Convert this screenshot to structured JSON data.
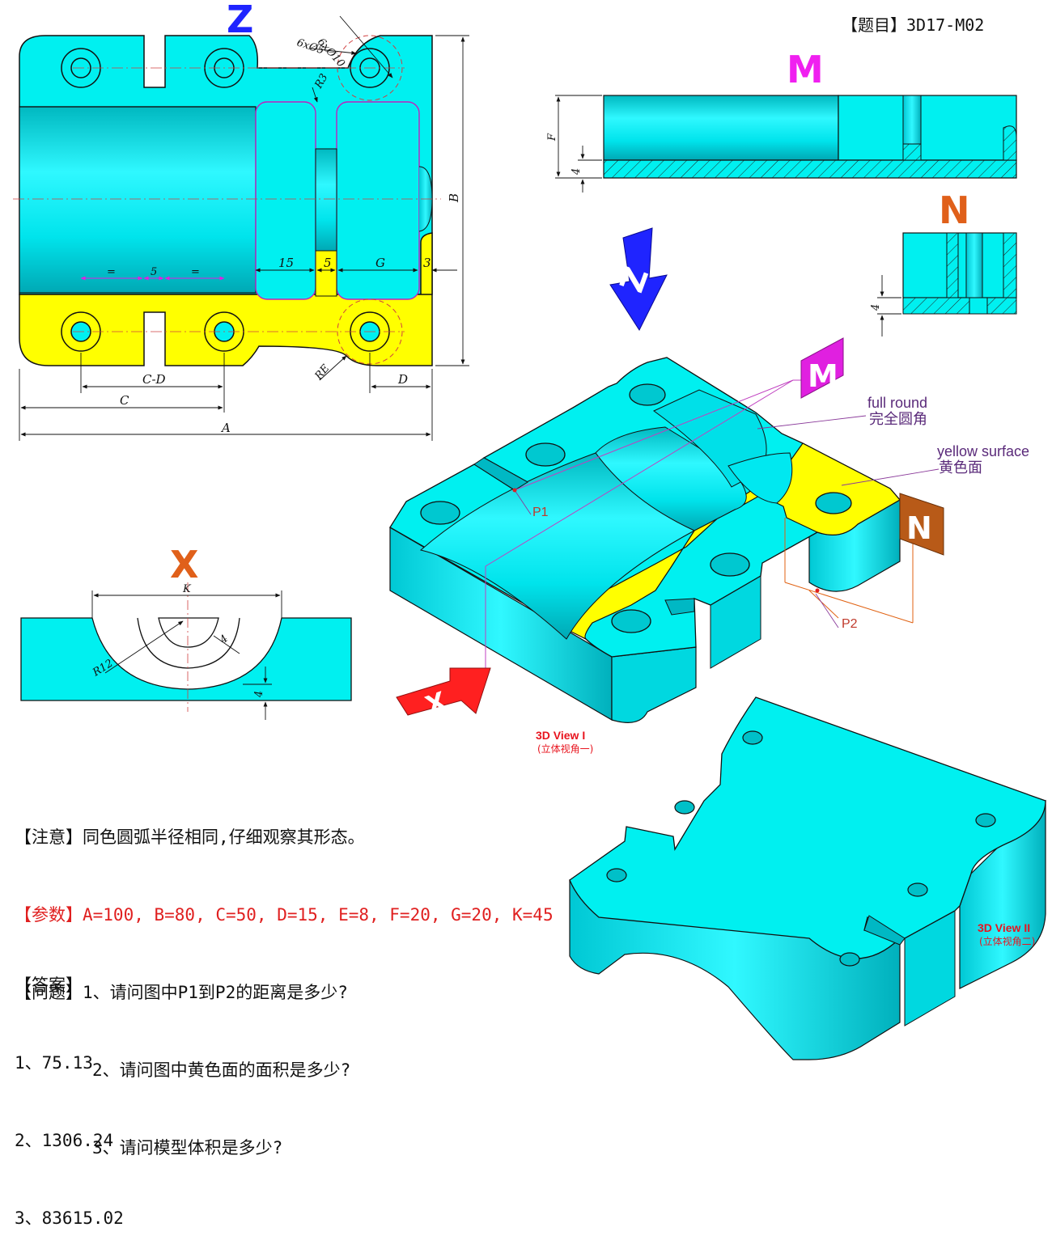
{
  "header": {
    "title": "【题目】3D17-M02"
  },
  "views": {
    "z": "Z",
    "m": "M",
    "n": "N",
    "x": "X",
    "view1_title": "3D View I",
    "view1_sub": "(立体视角一)",
    "view2_title": "3D View II",
    "view2_sub": "(立体视角二)"
  },
  "dims": {
    "d6x10": "6xØ10",
    "d6x5": "6xØ5",
    "r3": "R3",
    "b": "B",
    "a": "A",
    "c": "C",
    "c_minus_d": "C-D",
    "d": "D",
    "re": "RE",
    "d15": "15",
    "d5": "5",
    "g": "G",
    "d3": "3",
    "eq": "=",
    "f": "F",
    "d4": "4",
    "k": "K",
    "r12": "R12"
  },
  "callouts": {
    "full_round_en": "full round",
    "full_round_cn": "完全圆角",
    "yellow_en": "yellow surface",
    "yellow_cn": "黄色面",
    "p1": "P1",
    "p2": "P2"
  },
  "notes": {
    "note_tag": "【注意】",
    "note_text": "同色圆弧半径相同,仔细观察其形态。",
    "param_tag": "【参数】",
    "param_text": "A=100, B=80, C=50, D=15, E=8, F=20, G=20, K=45",
    "q_tag": "【问题】",
    "q1": "1、请问图中P1到P2的距离是多少?",
    "q2": "2、请问图中黄色面的面积是多少?",
    "q3": "3、请问模型体积是多少?"
  },
  "answers": {
    "title": "【答案】",
    "a1": "1、75.13",
    "a2": "2、1306.24",
    "a3": "3、83615.02"
  },
  "colors": {
    "cyan": "#00f0f0",
    "yellow": "#ffff00",
    "blue": "#1f24ff",
    "magenta": "#f020f0",
    "orange": "#e0601a",
    "red": "#ff2020",
    "brown": "#b5651d"
  }
}
